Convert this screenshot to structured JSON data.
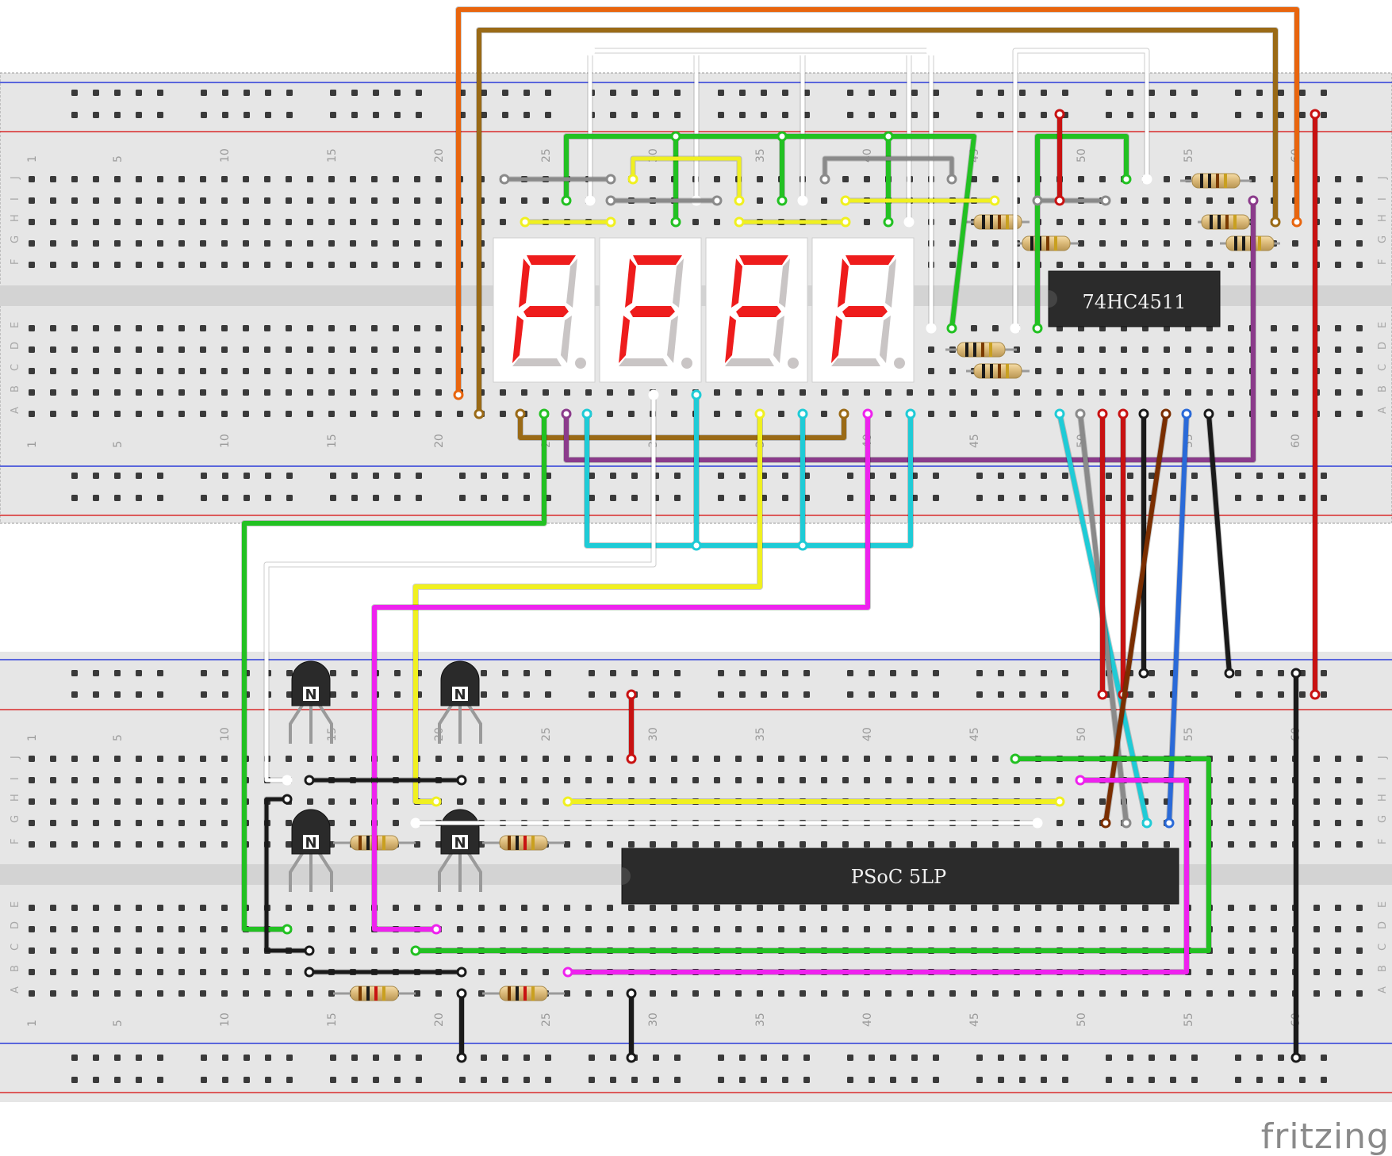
{
  "chips": {
    "decoder": {
      "label": "74HC4511"
    },
    "mcu": {
      "label": "PSoC 5LP"
    }
  },
  "display": {
    "digits": [
      "F",
      "F",
      "F",
      "F"
    ],
    "segment_on": "#ee1c1c",
    "segment_off": "#c9c5c5"
  },
  "transistors": {
    "letter": "N",
    "count": 4
  },
  "breadboard": {
    "column_numbers": [
      "1",
      "5",
      "10",
      "15",
      "20",
      "25",
      "30",
      "35",
      "40",
      "45",
      "50",
      "55",
      "60"
    ],
    "row_letters_top": [
      "J",
      "I",
      "H",
      "G",
      "F"
    ],
    "row_letters_bottom": [
      "E",
      "D",
      "C",
      "B",
      "A"
    ]
  },
  "watermark": "fritzing",
  "colors": {
    "board": "#e4e4e4",
    "rail_blue": "#2b3bd8",
    "rail_red": "#d82b2b",
    "hole_green": "#35cc35",
    "wire_green": "#22c122",
    "wire_orange": "#e8650e",
    "wire_brown": "#9a6a16",
    "wire_purple": "#8b3b8b",
    "wire_cyan": "#1fcbd6",
    "wire_yellow": "#f0f020",
    "wire_magenta": "#ee22ee",
    "wire_white": "#ffffff",
    "wire_grey": "#8a8a8a",
    "wire_black": "#1a1a1a",
    "wire_red": "#c81212",
    "wire_blue": "#2a6ad8",
    "wire_darkbrown": "#7a2e00"
  }
}
